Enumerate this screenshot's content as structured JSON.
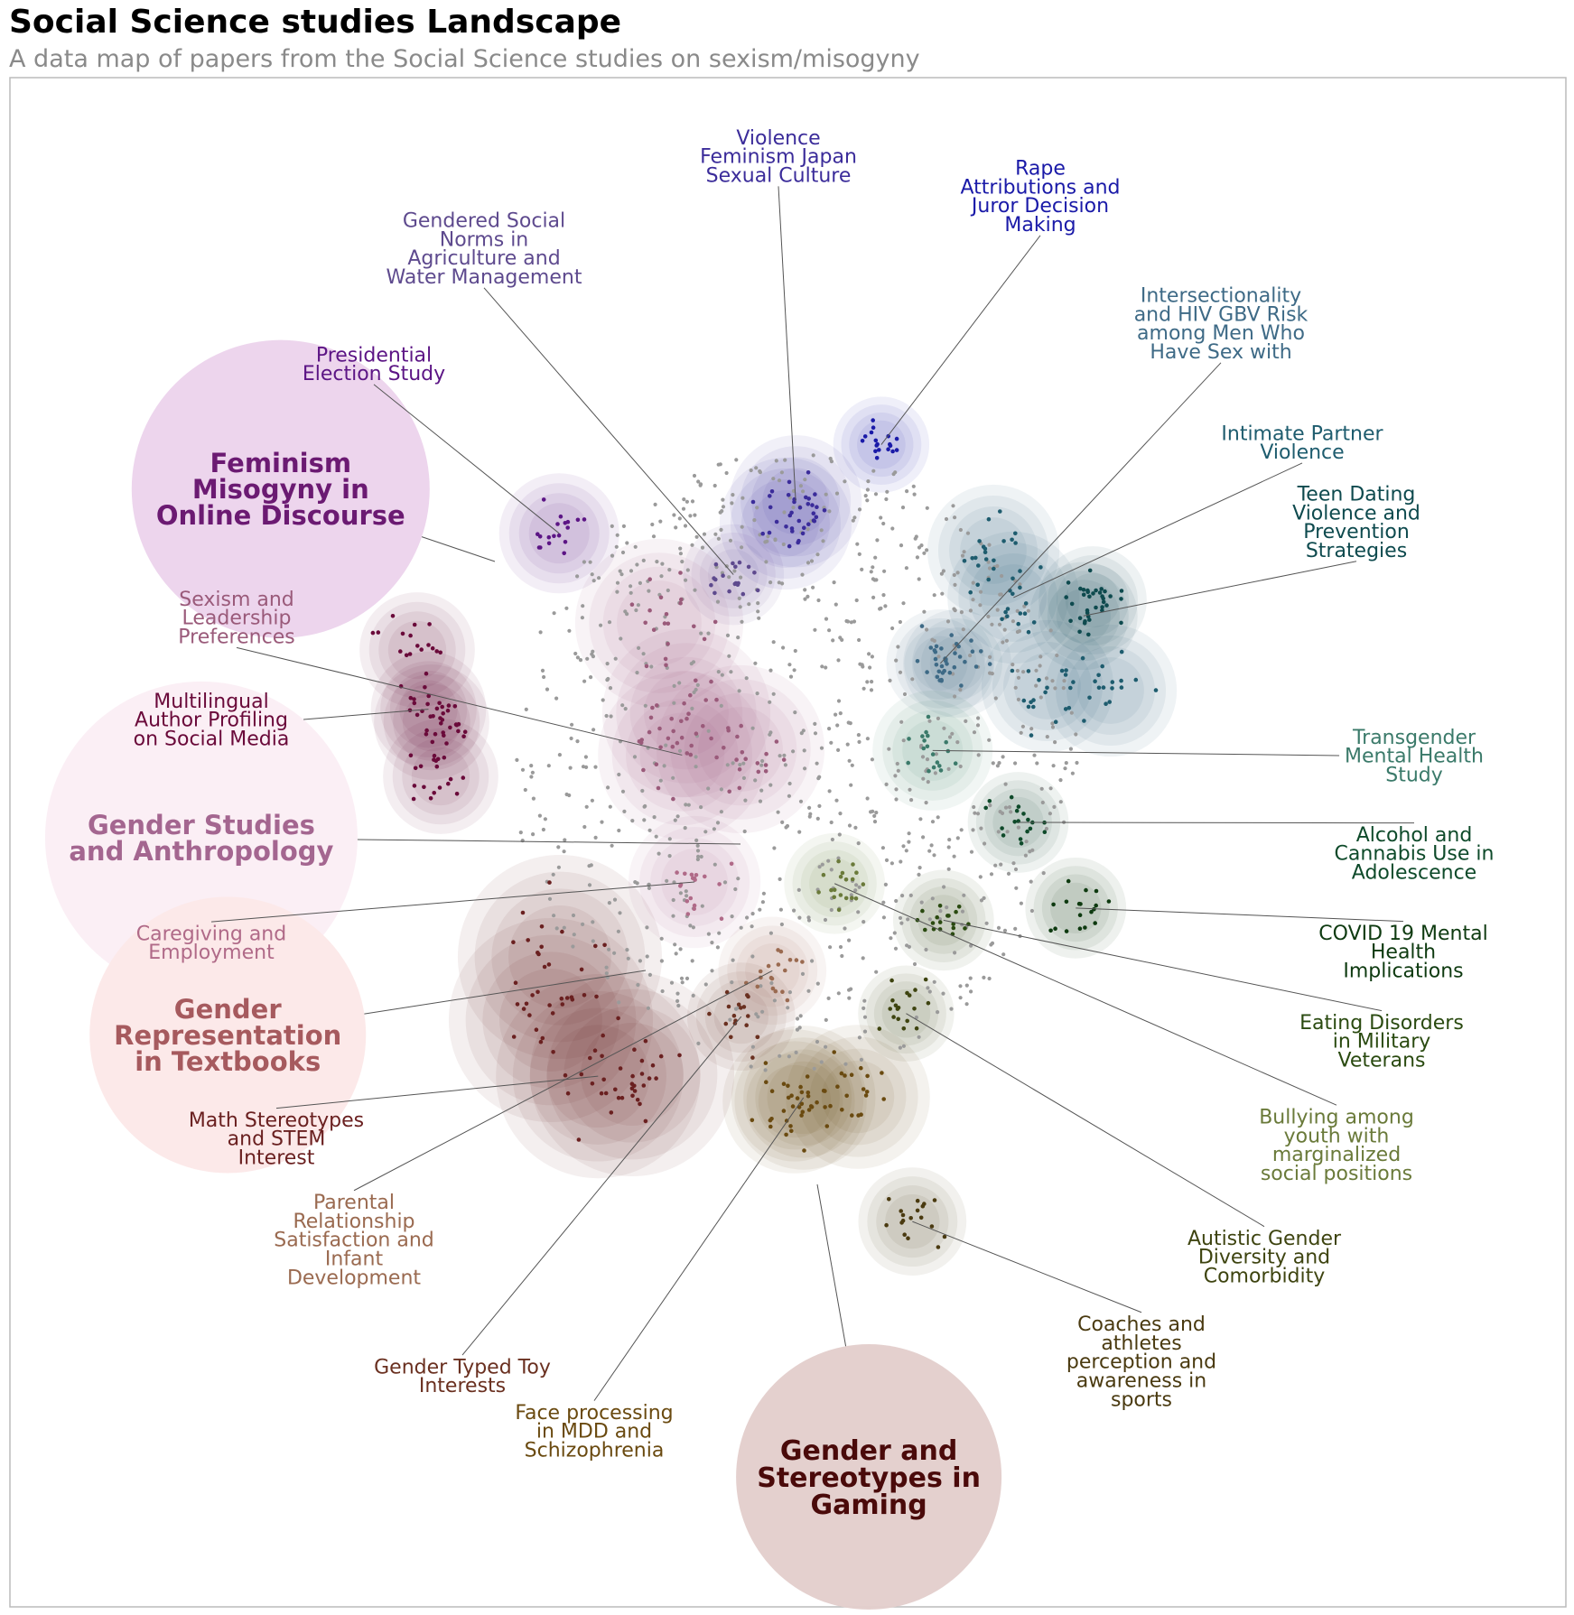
{
  "header": {
    "title": "Social Science studies Landscape",
    "subtitle": "A data map of papers from the Social Science studies on sexism/misogyny"
  },
  "chart_data": {
    "type": "scatter",
    "title": "Social Science studies Landscape",
    "subtitle": "A data map of papers from the Social Science studies on sexism/misogyny",
    "xlim": [
      0,
      100
    ],
    "ylim": [
      0,
      100
    ],
    "grid": false,
    "axes_visible": false,
    "background_points_color": "#9a9a9a",
    "major_topics": [
      {
        "label": "Feminism Misogyny in Online Discourse",
        "color": "#6b1a72",
        "bubble_color": "#ecd3ec",
        "x": 17.4,
        "y": 73.1
      },
      {
        "label": "Gender Studies and Anthropology",
        "color": "#a46690",
        "bubble_color": "#fbeef4",
        "x": 12.3,
        "y": 50.3
      },
      {
        "label": "Gender Representation in Textbooks",
        "color": "#a65a5e",
        "bubble_color": "#fce8e8",
        "x": 14.0,
        "y": 37.4
      },
      {
        "label": "Gender and Stereotypes in Gaming",
        "color": "#4a0a0a",
        "bubble_color": "#e3cdcb",
        "x": 55.2,
        "y": 8.5
      }
    ],
    "clusters": [
      {
        "label": "Presidential Election Study",
        "color": "#5c1585",
        "x": 35.3,
        "y": 70.2
      },
      {
        "label": "Gendered Social Norms in Agriculture and Water Management",
        "color": "#5e4a8e",
        "x": 46.5,
        "y": 67.5
      },
      {
        "label": "Violence Feminism Japan Sexual Culture",
        "color": "#3b2c9a",
        "x": 50.5,
        "y": 72.3
      },
      {
        "label": "Rape Attributions and Juror Decision Making",
        "color": "#1a1aa8",
        "x": 56.0,
        "y": 76.0
      },
      {
        "label": "Intersectionality and HIV GBV Risk among Men Who Have Sex with",
        "color": "#3e6a86",
        "x": 59.8,
        "y": 61.7
      },
      {
        "label": "Intimate Partner Violence",
        "color": "#1e5c6e",
        "x": 64.5,
        "y": 66.0
      },
      {
        "label": "Teen Dating Violence and Prevention Strategies",
        "color": "#0e4a4e",
        "x": 69.0,
        "y": 64.8
      },
      {
        "label": "Transgender Mental Health Study",
        "color": "#3b7a6a",
        "x": 59.3,
        "y": 56.0
      },
      {
        "label": "Alcohol and Cannabis Use in Adolescence",
        "color": "#0e4a2a",
        "x": 64.8,
        "y": 51.3
      },
      {
        "label": "COVID 19 Mental Health Implications",
        "color": "#0e3a10",
        "x": 68.5,
        "y": 45.7
      },
      {
        "label": "Eating Disorders in Military Veterans",
        "color": "#2a4a10",
        "x": 60.0,
        "y": 44.9
      },
      {
        "label": "Bullying among youth with marginalized social positions",
        "color": "#6a7a3a",
        "x": 53.0,
        "y": 47.3
      },
      {
        "label": "Autistic Gender Diversity and Comorbidity",
        "color": "#3e4410",
        "x": 57.6,
        "y": 38.8
      },
      {
        "label": "Coaches and athletes perception and awareness in sports",
        "color": "#4a3a10",
        "x": 58.0,
        "y": 25.2
      },
      {
        "label": "Face processing in MDD and Schizophrenia",
        "color": "#6a4a10",
        "x": 51.0,
        "y": 33.3
      },
      {
        "label": "Gender Typed Toy Interests",
        "color": "#6a3020",
        "x": 47.0,
        "y": 38.6
      },
      {
        "label": "Parental Relationship Satisfaction and Infant Development",
        "color": "#9a6a50",
        "x": 49.0,
        "y": 41.6
      },
      {
        "label": "Math Stereotypes and STEM Interest",
        "color": "#6a2020",
        "x": 37.8,
        "y": 34.7
      },
      {
        "label": "Caregiving and Employment",
        "color": "#b06a88",
        "x": 44.0,
        "y": 47.4
      },
      {
        "label": "Multilingual Author Profiling on Social Media",
        "color": "#6a0a3a",
        "x": 26.9,
        "y": 58.7
      },
      {
        "label": "Sexism and Leadership Preferences",
        "color": "#9a5a7a",
        "x": 43.2,
        "y": 55.7
      }
    ]
  }
}
